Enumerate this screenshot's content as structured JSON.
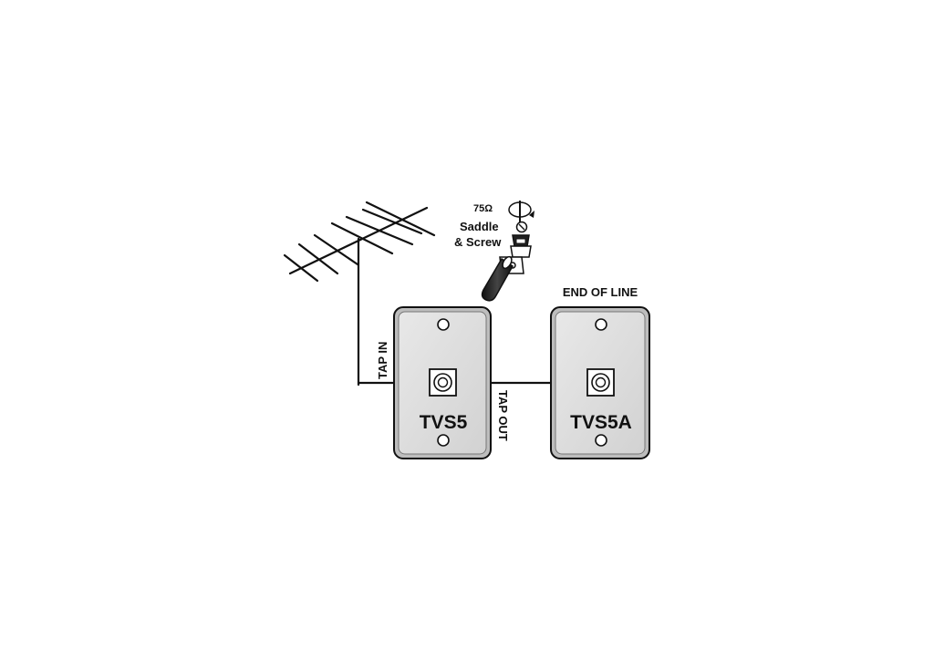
{
  "saddle": {
    "impedance": "75Ω",
    "line1": "Saddle",
    "line2": "& Screw"
  },
  "end_of_line": "END OF LINE",
  "tap_in": "TAP IN",
  "tap_out": "TAP OUT",
  "outlet1": {
    "model": "TVS5"
  },
  "outlet2": {
    "model": "TVS5A"
  }
}
